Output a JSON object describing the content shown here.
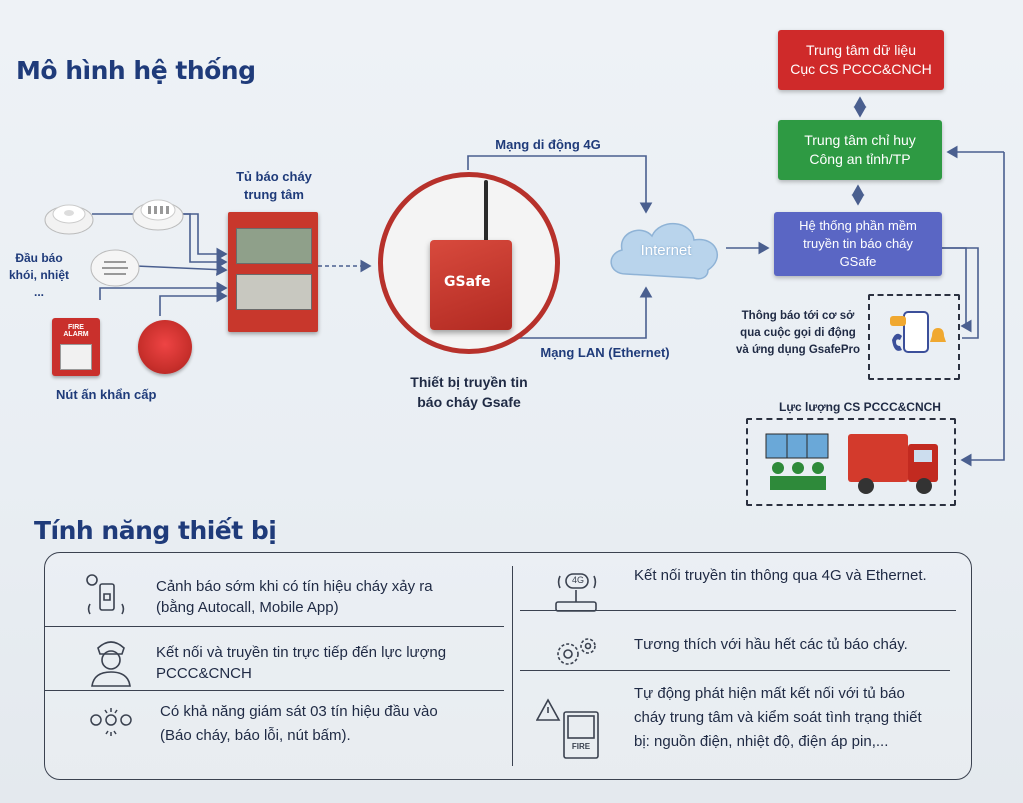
{
  "system_title": "Mô hình hệ thống",
  "features_title": "Tính năng thiết bị",
  "diagram": {
    "detector_label": "Đầu báo\nkhói, nhiệt ...",
    "button_label": "Nút ấn khẩn cấp",
    "panel_label": "Tủ báo cháy\ntrung tâm",
    "device_label": "Thiết bị truyền tin\nbáo cháy Gsafe",
    "device_brand": "GSafe",
    "network_4g": "Mạng di động 4G",
    "network_lan": "Mạng LAN (Ethernet)",
    "internet": "Internet",
    "data_center": "Trung tâm dữ liệu\nCục CS PCCC&CNCH",
    "command_center": "Trung tâm chỉ huy\nCông an tỉnh/TP",
    "software": "Hệ thống phần mềm\ntruyền tin báo cháy\nGSafe",
    "notify": "Thông báo tới cơ sở\nqua cuộc gọi di động\nvà ứng dụng GsafePro",
    "force": "Lực lượng CS PCCC&CNCH",
    "alarm_text": "FIRE ALARM",
    "fire_badge": "FIRE",
    "modem_4g": "4G"
  },
  "features": [
    {
      "text": "Cảnh báo sớm khi có tín hiệu cháy xảy ra\n(bằng Autocall, Mobile App)",
      "icon": "phone-alert-icon"
    },
    {
      "text": "Kết nối truyền tin thông qua 4G và Ethernet.",
      "icon": "router-4g-icon"
    },
    {
      "text": "Kết nối và truyền tin trực tiếp đến lực lượng\nPCCC&CNCH",
      "icon": "officer-icon"
    },
    {
      "text": "Tương thích với hầu hết các tủ báo cháy.",
      "icon": "gears-icon"
    },
    {
      "text": "Có khả năng giám sát 03 tín hiệu đầu vào\n(Báo cháy, báo lỗi, nút bấm).",
      "icon": "signal-dots-icon"
    },
    {
      "text": "Tự động phát hiện mất kết nối với tủ báo\ncháy trung tâm và kiểm soát tình trạng thiết\nbị: nguồn điện, nhiệt độ, điện áp pin,...",
      "icon": "fire-panel-warning-icon"
    }
  ],
  "colors": {
    "title": "#1f3b7a",
    "red_box": "#cf2a2a",
    "green_box": "#2e9a43",
    "blue_box": "#5a66c4",
    "arrow": "#4a5f8f"
  }
}
